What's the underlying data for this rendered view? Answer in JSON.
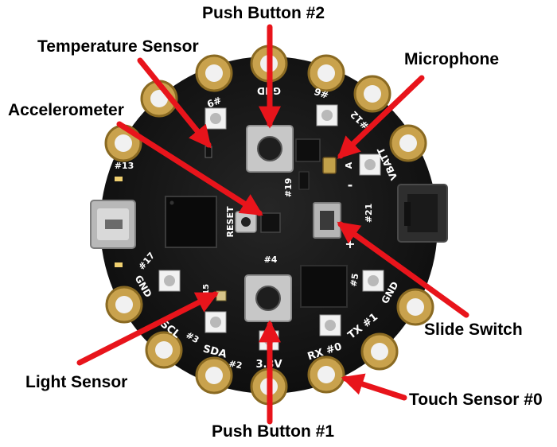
{
  "labels": {
    "push_button_2": "Push Button #2",
    "temperature_sensor": "Temperature Sensor",
    "microphone": "Microphone",
    "accelerometer": "Accelerometer",
    "slide_switch": "Slide Switch",
    "light_sensor": "Light Sensor",
    "touch_sensor_0": "Touch Sensor #0",
    "push_button_1": "Push Button #1"
  },
  "board": {
    "silkscreen": {
      "pad_gnd_top": "GND",
      "pad_9": "#9",
      "pad_12": "#12",
      "pad_6": "#6",
      "pad_vbatt": "VBATT",
      "pad_13": "#13",
      "pad_17": "#17",
      "pad_gnd_left": "GND",
      "pad_scl": "SCL",
      "pad_3": "#3",
      "pad_sda": "SDA",
      "pad_2": "#2",
      "pad_33v": "3.3V",
      "pad_rx0": "RX #0",
      "pad_tx1": "TX #1",
      "pad_gnd_right": "GND",
      "pad_5": "#5",
      "pad_19": "#19",
      "pad_21": "#21",
      "pad_4": "#4",
      "pad_15": "#15",
      "reset": "RESET",
      "minus": "-",
      "plus": "+",
      "a_mark": "A"
    }
  },
  "colors": {
    "arrow": "#e8141b",
    "board": "#161616",
    "pad_gold": "#c9a24d",
    "pad_ring": "#8a6a22"
  }
}
